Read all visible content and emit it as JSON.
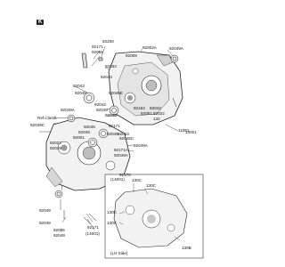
{
  "diagram": {
    "part_labels": [
      "92200",
      "92171",
      "92055",
      "92033",
      "92043",
      "92002A",
      "92049A",
      "92009",
      "92043",
      "92049",
      "92045E",
      "92049A",
      "132",
      "92043",
      "92049",
      "92045",
      "92154",
      "92043",
      "92001",
      "92022",
      "11061",
      "Ref.Clutch",
      "92049C",
      "92171",
      "92045",
      "92049",
      "92001",
      "92045",
      "92043",
      "92045C",
      "92049A",
      "92171A",
      "92049A",
      "14001",
      "92022",
      "92049",
      "92170",
      "92049",
      "92049",
      "92085",
      "92049",
      "92171",
      "(14001)",
      "130C",
      "130C",
      "130C",
      "130C",
      "130B",
      "(LH Side)"
    ],
    "inset": {
      "title": "(14001)",
      "side_label": "(LH Side)"
    }
  },
  "colors": {
    "line": "#222222",
    "part_fill": "#f2f2f2",
    "shade": "#9a9a9a"
  }
}
